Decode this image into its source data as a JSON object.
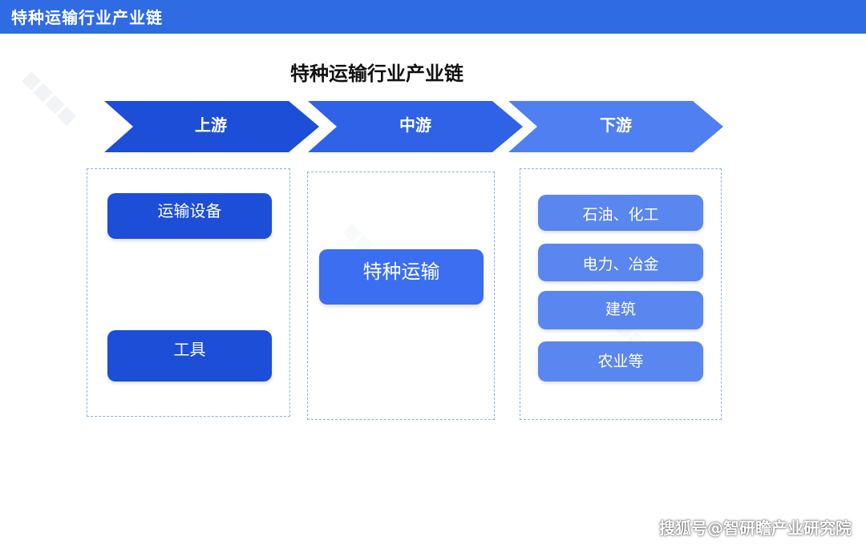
{
  "header": {
    "title": "特种运输行业产业链"
  },
  "diagram": {
    "title": "特种运输行业产业链",
    "stages": [
      {
        "label": "上游",
        "color": "#1c4ed8"
      },
      {
        "label": "中游",
        "color": "#2f62e6"
      },
      {
        "label": "下游",
        "color": "#4f7ff0"
      }
    ],
    "upstream": [
      "运输设备",
      "工具"
    ],
    "midstream": [
      "特种运输"
    ],
    "downstream": [
      "石油、化工",
      "电力、冶金",
      "建筑",
      "农业等"
    ]
  },
  "footer": {
    "credit": "搜狐号@智研瞻产业研究院"
  }
}
